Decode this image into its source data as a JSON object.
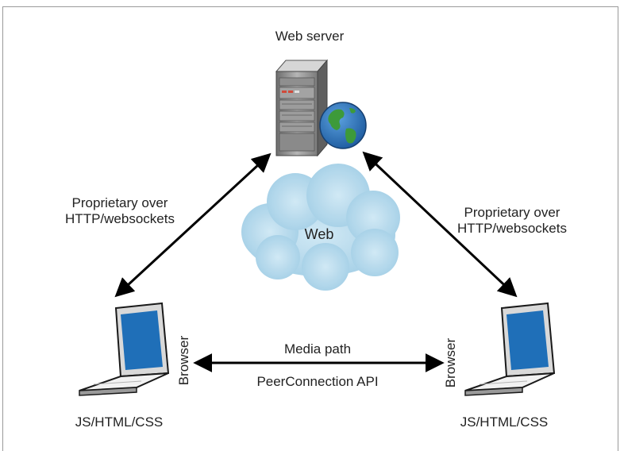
{
  "nodes": {
    "server_label": "Web server",
    "cloud_label": "Web",
    "left_browser": {
      "side_label": "Browser",
      "stack_label": "JS/HTML/CSS"
    },
    "right_browser": {
      "side_label": "Browser",
      "stack_label": "JS/HTML/CSS"
    }
  },
  "edges": {
    "left_link_label": "Proprietary over\nHTTP/websockets",
    "right_link_label": "Proprietary over\nHTTP/websockets",
    "media_top_label": "Media path",
    "media_bottom_label": "PeerConnection API"
  },
  "colors": {
    "screen": "#1f6fb8",
    "cloud": "#a9d3ea",
    "server_body": "#8c8c8c",
    "globe_ocean": "#2a6fb6",
    "globe_land": "#3d9a3a"
  }
}
